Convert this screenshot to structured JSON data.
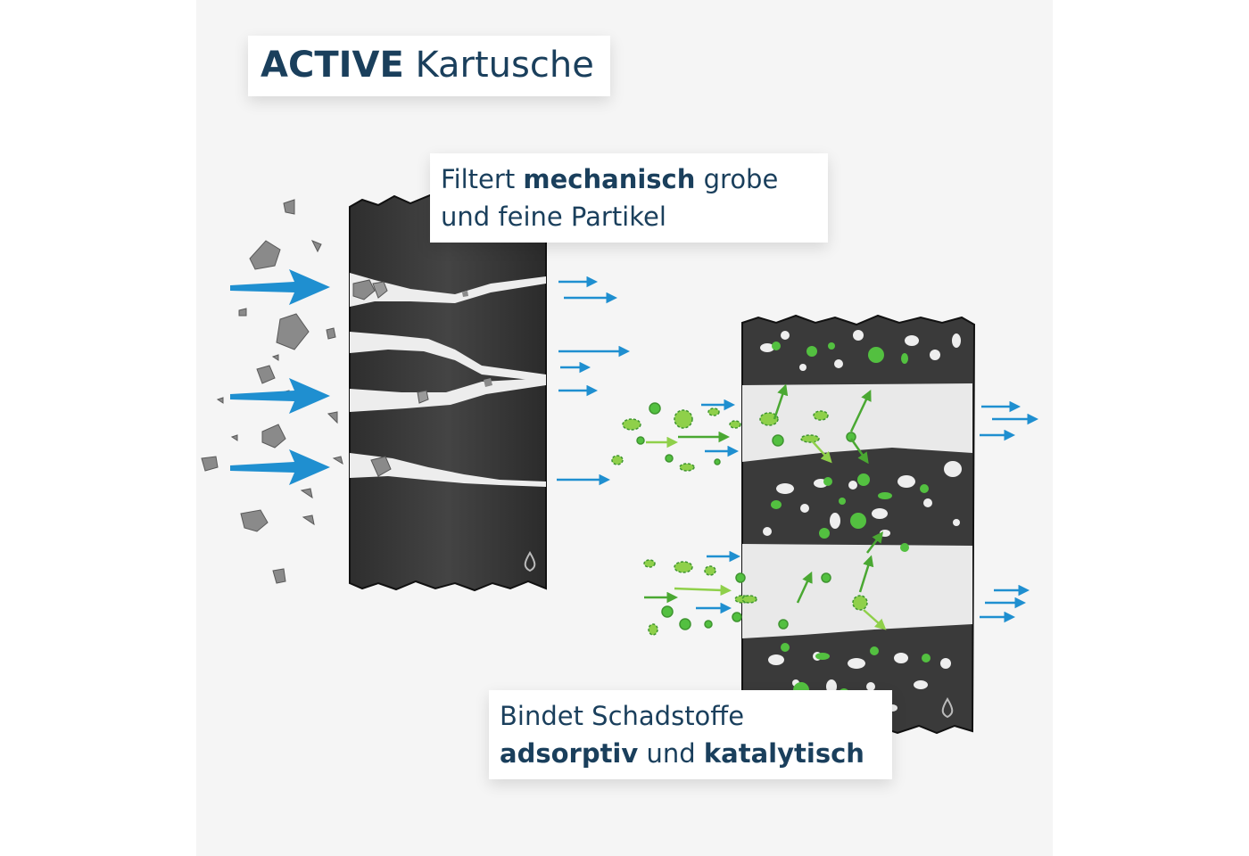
{
  "title": {
    "bold": "ACTIVE",
    "rest": "Kartusche"
  },
  "label_mechanical": {
    "pre": "Filtert ",
    "bold": "mechanisch",
    "post": " grobe",
    "line2": "und feine Partikel"
  },
  "label_adsorptive": {
    "line1": "Bindet Schadstoffe",
    "bold1": "adsorptiv",
    "mid": " und ",
    "bold2": "katalytisch"
  },
  "colors": {
    "title_text": "#1a3f5c",
    "flow_arrow": "#1f8fd0",
    "particle": "#8a8a8a",
    "pollutant": "#53c040",
    "filter_body": "#3a3a3a",
    "channel": "#e9e9e9",
    "background": "#f5f5f5"
  },
  "icons": {
    "filter_block_mark": "water-drop-icon",
    "carbon_block_mark": "water-drop-icon"
  }
}
